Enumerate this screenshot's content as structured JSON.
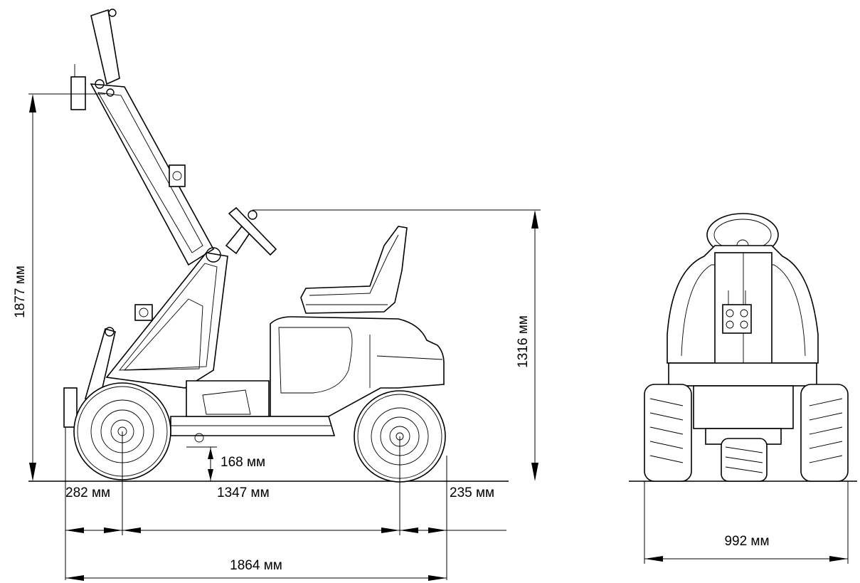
{
  "dimensions": {
    "overall_height": "1877 мм",
    "cab_height": "1316 мм",
    "ground_clearance": "168 мм",
    "front_overhang": "282 мм",
    "wheelbase": "1347 мм",
    "rear_overhang": "235 мм",
    "overall_length": "1864 мм",
    "width": "992 мм"
  }
}
